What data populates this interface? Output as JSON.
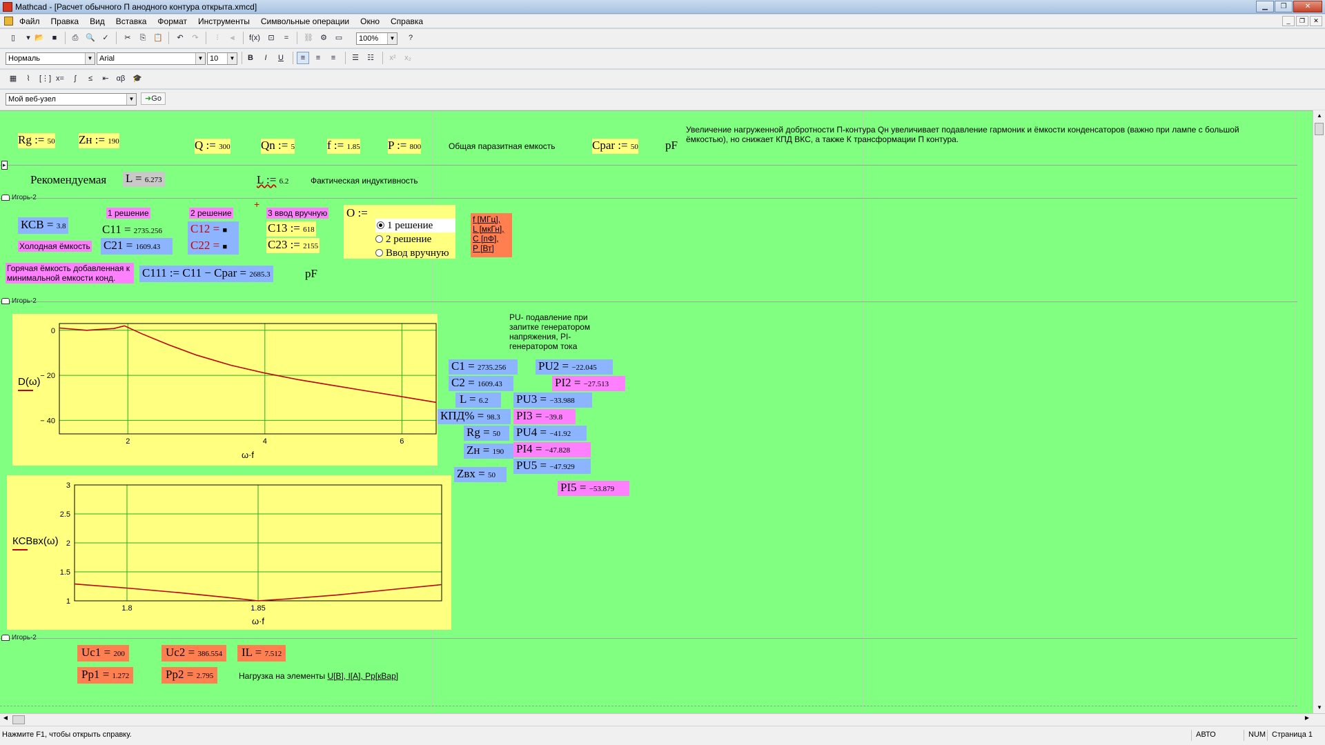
{
  "window": {
    "title": "Mathcad - [Расчет обычного П анодного контура открыта.xmcd]"
  },
  "menu": [
    "Файл",
    "Правка",
    "Вид",
    "Вставка",
    "Формат",
    "Инструменты",
    "Символьные операции",
    "Окно",
    "Справка"
  ],
  "toolbar": {
    "zoom": "100%",
    "style": "Нормаль",
    "font": "Arial",
    "size": "10",
    "bold": "B",
    "italic": "I",
    "underline": "U",
    "web_address": "Мой веб-узел",
    "go": "Go"
  },
  "doc": {
    "rg_def": "Rg :=",
    "rg_val": "50",
    "zn_def": "Zн :=",
    "zn_val": "190",
    "q_def": "Q :=",
    "q_val": "300",
    "qn_def": "Qn :=",
    "qn_val": "5",
    "f_def": "f :=",
    "f_val": "1.85",
    "p_def": "P :=",
    "p_val": "800",
    "parasitic_label": "Общая паразитная емкость",
    "cpar_def": "Cpar :=",
    "cpar_val": "50",
    "pf1": "pF",
    "note": "Увеличение нагруженной добротности П-контура Qн увеличивает подавление гармоник и ёмкости конденсаторов (важно при лампе с большой ёмкостью), но снижает КПД ВКС, а также К трансформации П контура.",
    "recommended": "Рекомендуемая",
    "l_eval": "L =",
    "l_eval_val": "6.273",
    "l_def": "L :=",
    "l_def_val": "6.2",
    "actual_ind": "Фактическая индуктивность",
    "region1": "Игорь-2",
    "sol1": "1 решение",
    "sol2": "2 решение",
    "sol3": "3 ввод вручную",
    "ksv": "КСВ =",
    "ksv_val": "3.8",
    "cold": "Холодная ёмкость",
    "c11": "C11 =",
    "c11_val": "2735.256",
    "c21": "C21 =",
    "c21_val": "1609.43",
    "c12": "C12 =",
    "c12_val": "■",
    "c22": "C22 =",
    "c22_val": "■",
    "c13": "C13 :=",
    "c13_val": "618",
    "c23": "C23 :=",
    "c23_val": "2155",
    "o_def": "O :=",
    "radio1": "1 решение",
    "radio2": "2 решение",
    "radio3": "Ввод вручную",
    "units": [
      "f [МГц],",
      "L [мкГн],",
      "C [пФ],",
      "P [Вт]"
    ],
    "hot_cap": "Горячая ёмкость добавленная к минимальной емкости конд.",
    "c111": "C111 := C11 − Cpar =",
    "c111_val": "2685.3",
    "pf2": "pF",
    "region2": "Игорь-2",
    "pu_note": "PU- подавление при запитке генератором напряжения, PI- генератором тока",
    "c1": "C1 =",
    "c1_val": "2735.256",
    "c2": "C2 =",
    "c2_val": "1609.43",
    "l2": "L =",
    "l2_val": "6.2",
    "kpd": "КПД% =",
    "kpd_val": "98.3",
    "rg2": "Rg =",
    "rg2_val": "50",
    "zn2": "Zн =",
    "zn2_val": "190",
    "zvx": "Zвх =",
    "zvx_val": "50",
    "pu2": "PU2 =",
    "pu2_val": "−22.045",
    "pi2": "PI2 =",
    "pi2_val": "−27.513",
    "pu3": "PU3 =",
    "pu3_val": "−33.988",
    "pi3": "PI3 =",
    "pi3_val": "−39.8",
    "pu4": "PU4 =",
    "pu4_val": "−41.92",
    "pi4": "PI4 =",
    "pi4_val": "−47.828",
    "pu5": "PU5 =",
    "pu5_val": "−47.929",
    "pi5": "PI5 =",
    "pi5_val": "−53.879",
    "region3": "Игорь-2",
    "uc1": "Uc1 =",
    "uc1_val": "200",
    "uc2": "Uc2 =",
    "uc2_val": "386.554",
    "il": "IL =",
    "il_val": "7.512",
    "pp1": "Pp1 =",
    "pp1_val": "1.272",
    "pp2": "Pp2 =",
    "pp2_val": "2.795",
    "load_label": "Нагрузка на элементы",
    "load_units": "U[В], I[А], Pp[кВар]"
  },
  "chart_data": [
    {
      "type": "line",
      "ylabel": "D(ω)",
      "xlabel": "ω·f",
      "xlim": [
        1.0,
        6.5
      ],
      "ylim": [
        -46,
        3
      ],
      "xticks": [
        2,
        4,
        6
      ],
      "yticks": [
        0,
        -20,
        -40
      ],
      "grid": true,
      "series": [
        {
          "color": "#c00000",
          "x": [
            1.0,
            1.4,
            1.8,
            1.95,
            2.2,
            2.6,
            3.0,
            3.5,
            4.0,
            4.5,
            5.0,
            5.5,
            6.0,
            6.5
          ],
          "y": [
            1.0,
            0.0,
            0.8,
            2.0,
            -1.5,
            -6.5,
            -11.0,
            -15.5,
            -19.0,
            -22.0,
            -24.5,
            -27.0,
            -29.5,
            -32.0
          ]
        }
      ]
    },
    {
      "type": "line",
      "ylabel": "КСВвх(ω)",
      "xlabel": "ω·f",
      "xlim": [
        1.78,
        1.92
      ],
      "ylim": [
        1,
        3
      ],
      "xticks": [
        1.8,
        1.85
      ],
      "yticks": [
        1,
        1.5,
        2,
        2.5,
        3
      ],
      "grid": true,
      "series": [
        {
          "color": "#c00000",
          "x": [
            1.78,
            1.8,
            1.82,
            1.84,
            1.85,
            1.86,
            1.88,
            1.9,
            1.92
          ],
          "y": [
            1.29,
            1.22,
            1.14,
            1.05,
            1.0,
            1.03,
            1.1,
            1.19,
            1.28
          ]
        }
      ]
    }
  ],
  "status": {
    "help": "Нажмите F1, чтобы открыть справку.",
    "auto": "АВТО",
    "num": "NUM",
    "page": "Страница 1"
  }
}
